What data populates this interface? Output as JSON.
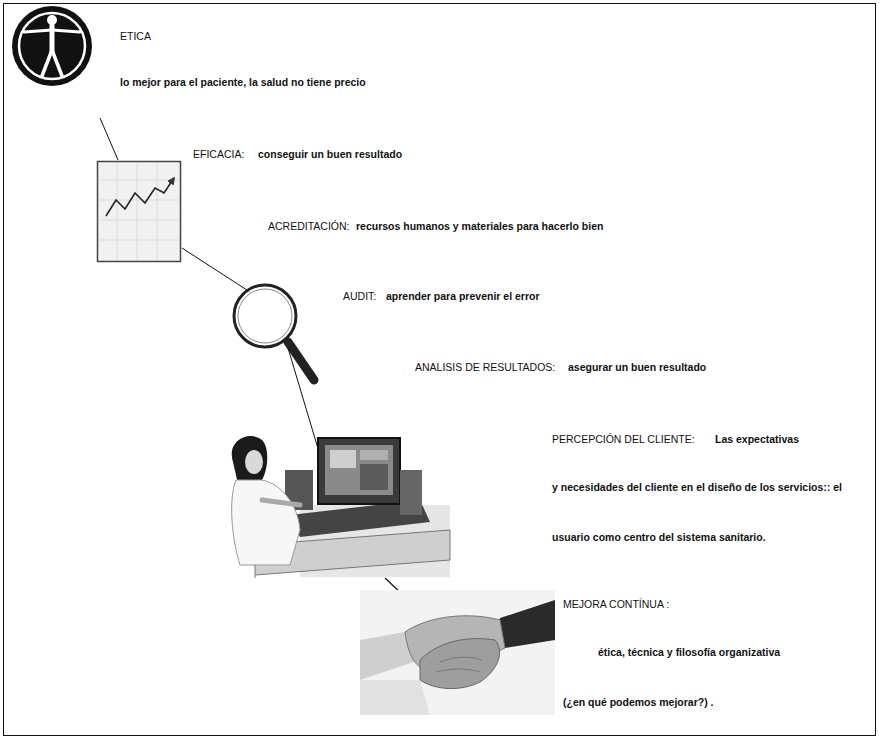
{
  "diagram": {
    "labels": [
      "ETICA",
      "lo mejor para el paciente, la salud no tiene precio",
      "EFICACIA:",
      "conseguir un buen resultado",
      "ACREDITACIÓN:",
      "recursos humanos y materiales para hacerlo bien",
      "AUDIT:",
      "aprender para prevenir el error",
      "ANALISIS DE RESULTADOS:",
      "asegurar un buen resultado",
      "PERCEPCIÓN DEL CLIENTE:",
      "Las expectativas",
      "y necesidades del cliente en el diseño de los servicios:: el",
      "usuario como centro del sistema  sanitario.",
      "MEJORA CONTÍNUA :",
      "ética, técnica y filosofía organizativa",
      "(¿en qué podemos mejorar?) ."
    ]
  }
}
